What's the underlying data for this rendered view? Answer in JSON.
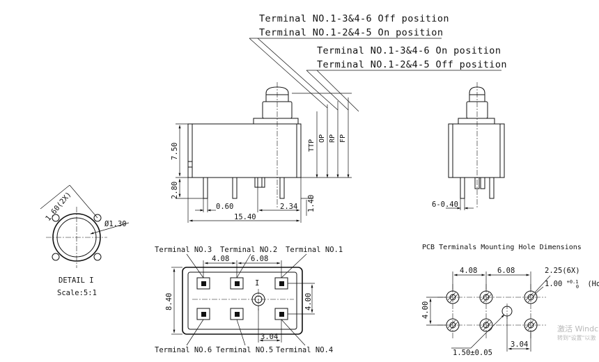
{
  "callouts": {
    "line1": "Terminal NO.1-3&4-6 Off position",
    "line2": "Terminal NO.1-2&4-5 On position",
    "line3": "Terminal NO.1-3&4-6 On position",
    "line4": "Terminal NO.1-2&4-5 Off position"
  },
  "side_view": {
    "ttp": "TTP",
    "op": "OP",
    "rp": "RP",
    "fp": "FP",
    "dim_7_50": "7.50",
    "dim_2_80": "2.80",
    "dim_0_60": "0.60",
    "dim_2_34": "2.34",
    "dim_1_40": "1.40",
    "dim_15_40": "15.40"
  },
  "end_view": {
    "dim_6_040": "6-0.40"
  },
  "detail": {
    "dim_1_60": "1.60(2X)",
    "dim_phi_1_30": "Ø1.30",
    "title": "DETAIL I",
    "scale": "Scale:5:1"
  },
  "bottom_view": {
    "t3": "Terminal NO.3",
    "t2": "Terminal NO.2",
    "t1": "Terminal NO.1",
    "t6": "Terminal NO.6",
    "t5": "Terminal NO.5",
    "t4": "Terminal NO.4",
    "dim_4_08": "4.08",
    "dim_6_08": "6.08",
    "dim_8_40": "8.40",
    "dim_4_00": "4.00",
    "dim_3_04": "3.04",
    "detail_ref": "I"
  },
  "pcb": {
    "title": "PCB Terminals Mounting Hole Dimensions",
    "dim_4_08": "4.08",
    "dim_6_08": "6.08",
    "dim_2_25": "2.25(6X)",
    "hole_base": "1.00",
    "hole_tol_upper": "+0.1",
    "hole_tol_lower": "0",
    "hole_suffix": "(Hole)",
    "dim_4_00": "4.00",
    "dim_1_50": "1.50±0.05",
    "dim_3_04": "3.04"
  },
  "watermark": {
    "line1": "激活 Windc",
    "line2": "转到\"设置\"以激"
  }
}
